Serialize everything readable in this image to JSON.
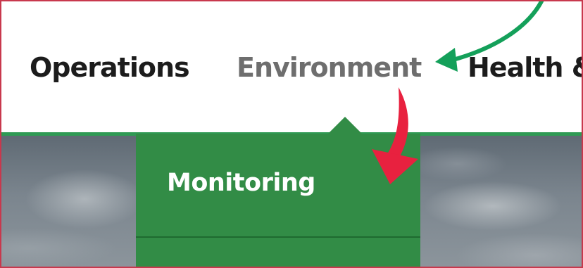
{
  "nav": {
    "items": [
      {
        "label": "Operations",
        "active": false
      },
      {
        "label": "Environment",
        "active": true
      },
      {
        "label": "Health &",
        "active": false
      }
    ]
  },
  "dropdown": {
    "items": [
      {
        "label": "Monitoring"
      }
    ]
  },
  "annotations": {
    "green_arrow_color": "#14a05a",
    "red_arrow_color": "#e8213f"
  },
  "colors": {
    "brand_green": "#328c46",
    "nav_line_green": "#2f9a54",
    "frame_border": "#c8384d"
  }
}
